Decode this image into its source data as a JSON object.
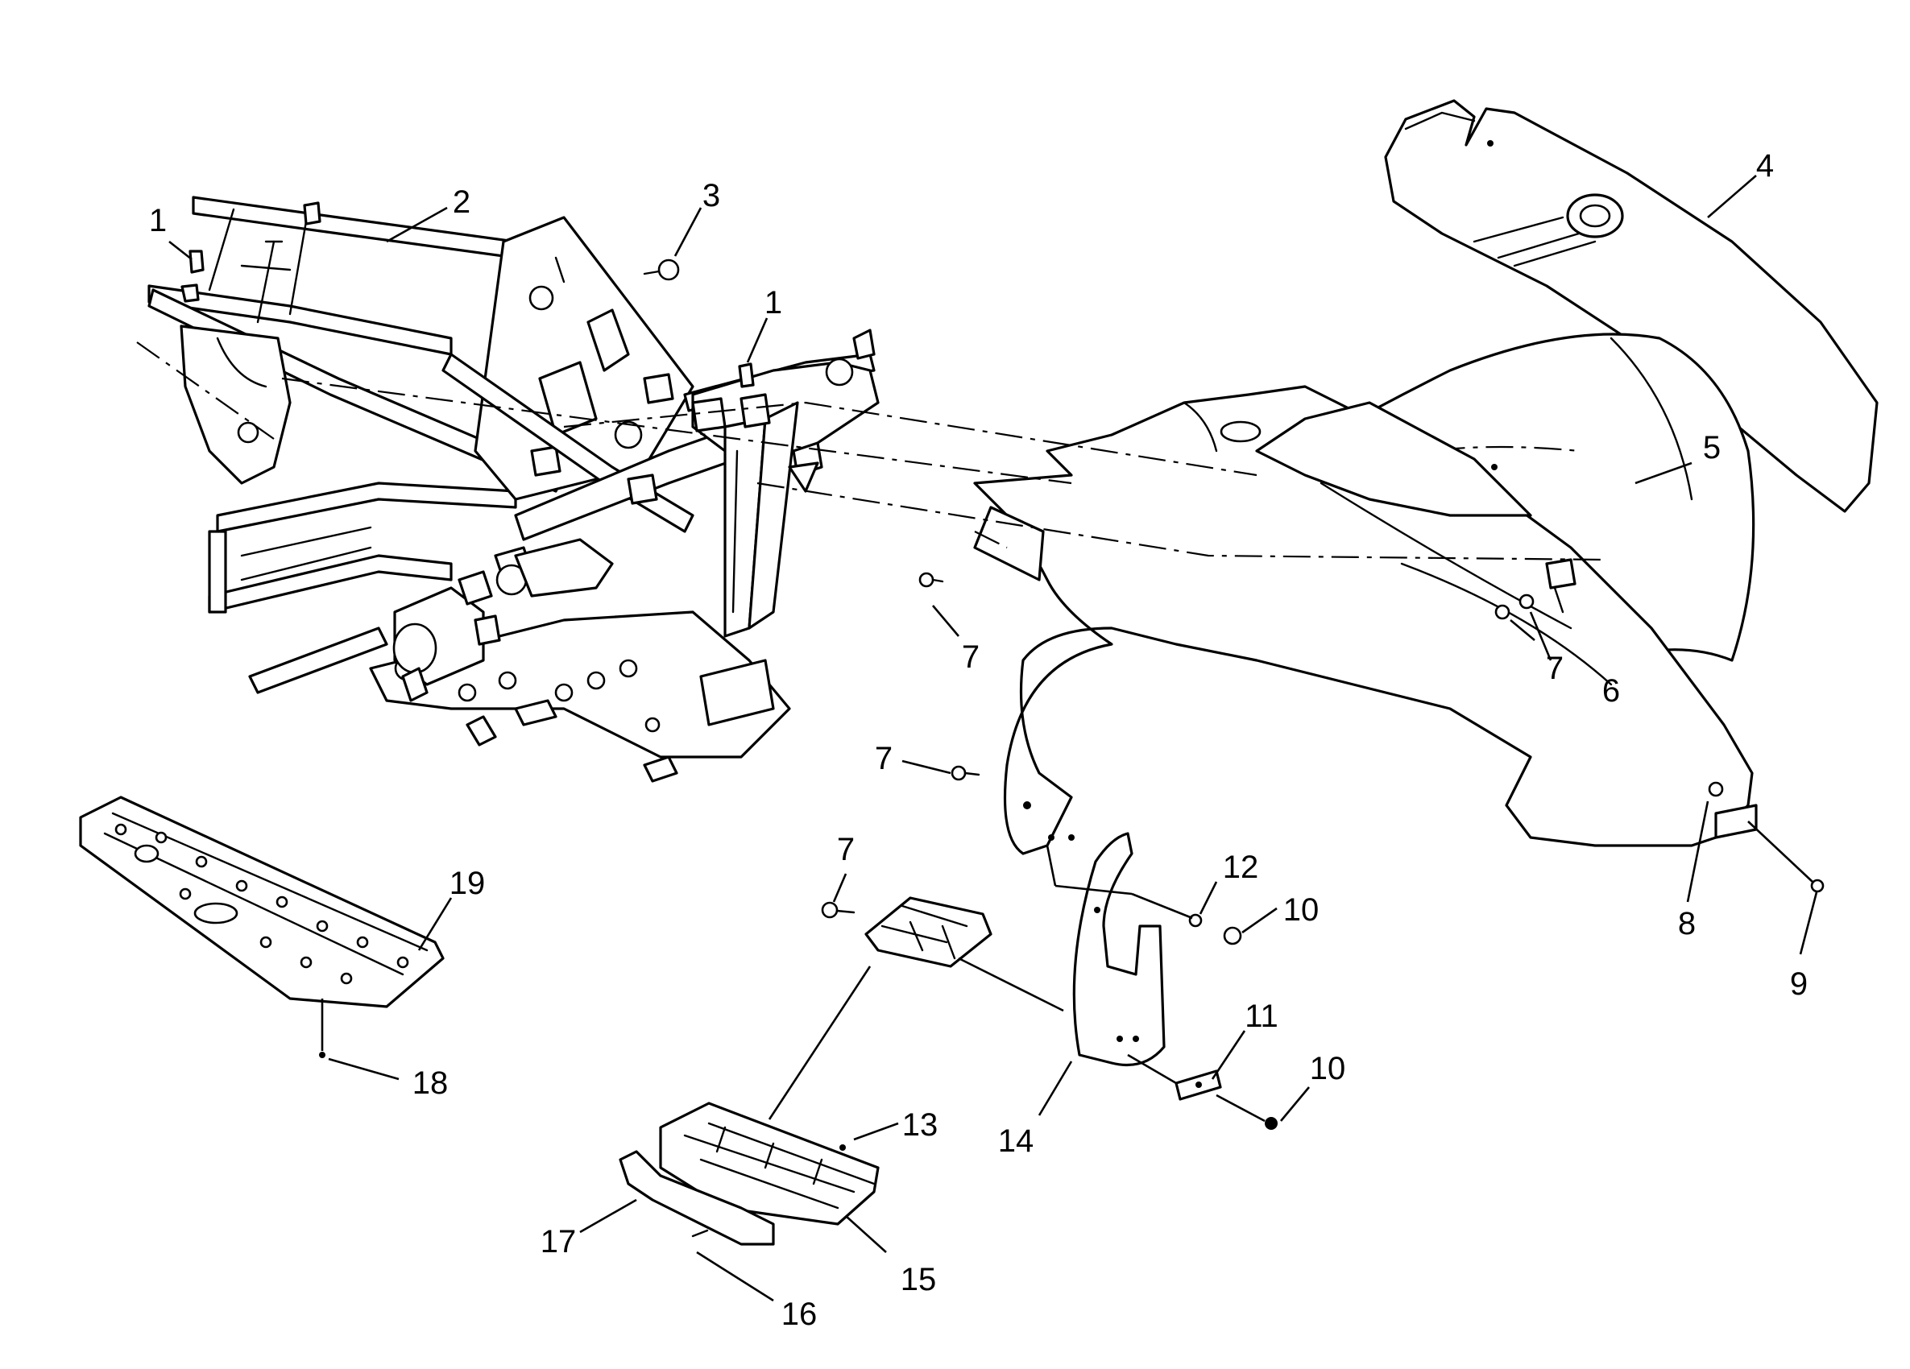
{
  "callouts": [
    {
      "id": "c1a",
      "label": "1"
    },
    {
      "id": "c2",
      "label": "2"
    },
    {
      "id": "c3",
      "label": "3"
    },
    {
      "id": "c1b",
      "label": "1"
    },
    {
      "id": "c4",
      "label": "4"
    },
    {
      "id": "c5",
      "label": "5"
    },
    {
      "id": "c7a",
      "label": "7"
    },
    {
      "id": "c7b",
      "label": "7"
    },
    {
      "id": "c6",
      "label": "6"
    },
    {
      "id": "c7c",
      "label": "7"
    },
    {
      "id": "c7d",
      "label": "7"
    },
    {
      "id": "c12",
      "label": "12"
    },
    {
      "id": "c10a",
      "label": "10"
    },
    {
      "id": "c8",
      "label": "8"
    },
    {
      "id": "c9",
      "label": "9"
    },
    {
      "id": "c19",
      "label": "19"
    },
    {
      "id": "c11",
      "label": "11"
    },
    {
      "id": "c10b",
      "label": "10"
    },
    {
      "id": "c18",
      "label": "18"
    },
    {
      "id": "c13",
      "label": "13"
    },
    {
      "id": "c14",
      "label": "14"
    },
    {
      "id": "c17",
      "label": "17"
    },
    {
      "id": "c15",
      "label": "15"
    },
    {
      "id": "c16",
      "label": "16"
    }
  ]
}
